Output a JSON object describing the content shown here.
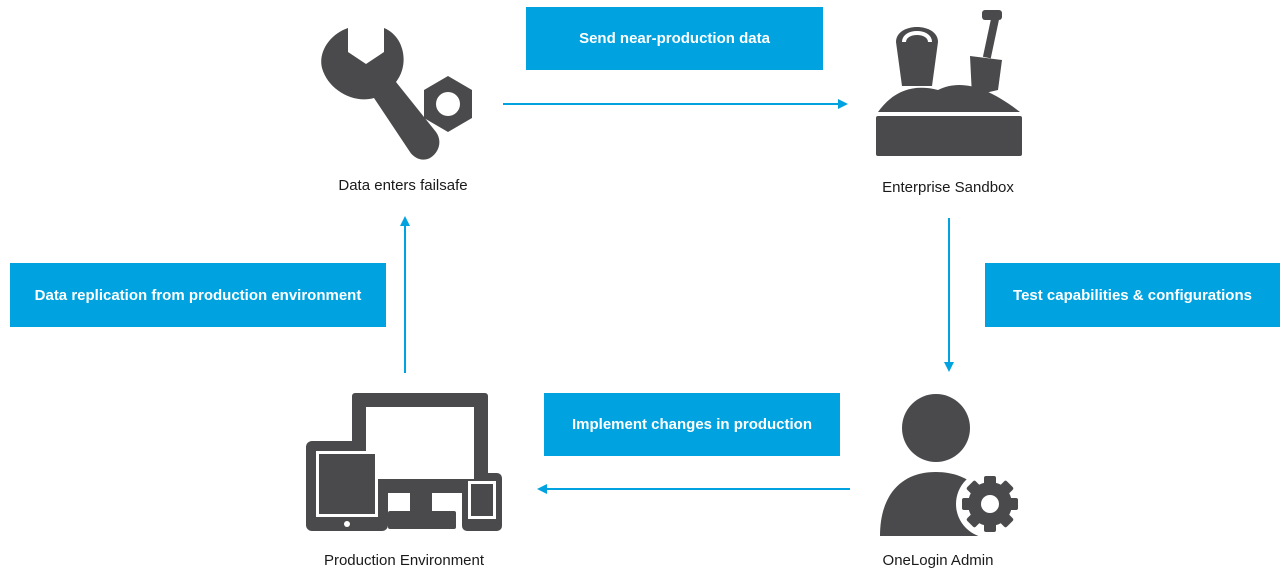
{
  "nodes": {
    "failsafe": "Data enters failsafe",
    "sandbox": "Enterprise Sandbox",
    "admin": "OneLogin Admin",
    "production": "Production Environment"
  },
  "steps": {
    "send": "Send near-production data",
    "test": "Test capabilities & configurations",
    "implement": "Implement changes in production",
    "replicate": "Data replication from production environment"
  },
  "colors": {
    "accent": "#00a3e0",
    "icon": "#4a4a4c",
    "text": "#1a1a1a"
  },
  "icons": {
    "failsafe": "wrench-nut-icon",
    "sandbox": "sandbox-bucket-shovel-icon",
    "admin": "user-gear-icon",
    "production": "devices-icon"
  }
}
